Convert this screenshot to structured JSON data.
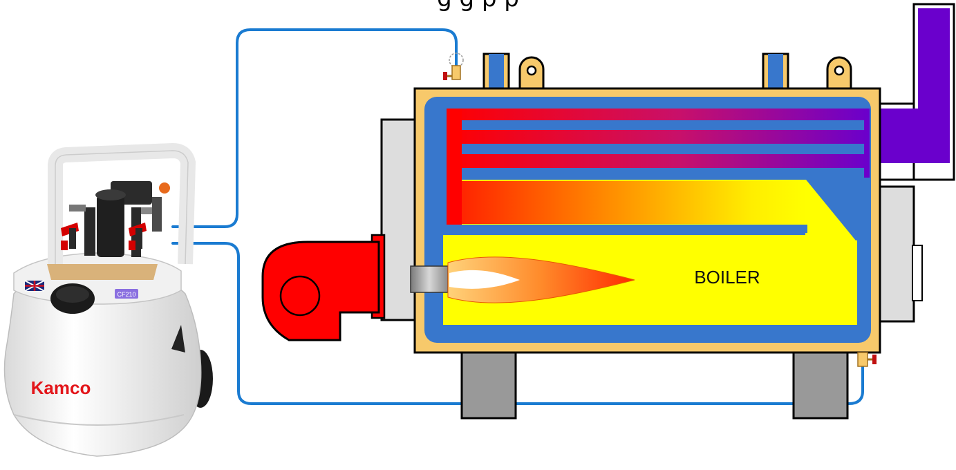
{
  "header": {
    "title_fragment": "g                                              g p p"
  },
  "pump_unit": {
    "brand": "Kamco",
    "model_badge": "CF210",
    "flag_badge": "UK",
    "colors": {
      "body": "#f2f2f2",
      "brand": "#e3151a",
      "valves": "#d40000"
    }
  },
  "boiler": {
    "label": "BOILER",
    "colors": {
      "casing": "#f7c96b",
      "water_jacket": "#3877cc",
      "combustion_chamber": "#ffff00",
      "burner": "#ff0000",
      "flue": "#6a00cc",
      "supports": "#999999"
    }
  },
  "pipes": {
    "color": "#1a7bd1"
  },
  "icons": [
    "valve-icon",
    "flame-icon",
    "lifting-eye-icon",
    "wheel-icon"
  ]
}
